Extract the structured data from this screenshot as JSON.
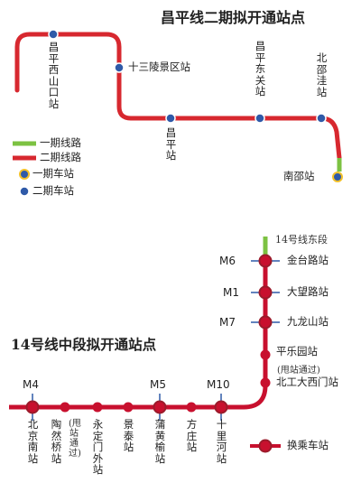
{
  "changping": {
    "title": "昌平线二期拟开通站点",
    "legend": {
      "phase1_line": "一期线路",
      "phase2_line": "二期线路",
      "phase1_station": "一期车站",
      "phase2_station": "二期车站"
    },
    "stations": {
      "changping_xishankou": "昌平西山口站",
      "shisanling": "十三陵景区站",
      "changping": "昌平站",
      "changping_dongguan": "昌平东关站",
      "beishaowa": "北邵洼站",
      "nanshao": "南邵站"
    }
  },
  "line14": {
    "title": "14号线中段拟开通站点",
    "east_segment": "14号线东段",
    "stations": {
      "jintailu": "金台路站",
      "dawanglu": "大望路站",
      "jiulongshan": "九龙山站",
      "pingleyuan": "平乐园站",
      "pingleyuan_note": "(甩站通过)",
      "beigongda_ximen": "北工大西门站",
      "beijing_nan": "北京南站",
      "taoranqiao": "陶然桥站",
      "taoranqiao_note": "(甩站通过)",
      "yongdingmenwai": "永定门外站",
      "jingtai": "景泰站",
      "puhuangyu": "蒲黄榆站",
      "fangzhuang": "方庄站",
      "shilihe": "十里河站"
    },
    "transfer_codes": {
      "jintailu": "M6",
      "dawanglu": "M1",
      "jiulongshan": "M7",
      "beijing_nan": "M4",
      "puhuangyu": "M5",
      "shilihe": "M10"
    },
    "legend": {
      "transfer_station": "换乘车站"
    }
  },
  "colors": {
    "phase2_line": "#d7282f",
    "phase1_line": "#7cc242",
    "line14": "#c8102e",
    "station_blue": "#2f5aa8",
    "transfer_ring": "#9b1b2b",
    "east_segment": "#7cc242"
  }
}
